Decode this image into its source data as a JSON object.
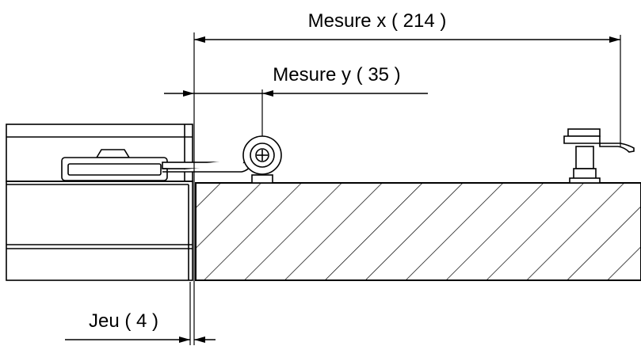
{
  "diagram": {
    "labels": {
      "measure_x": "Mesure x ( 214 )",
      "measure_y": "Mesure y ( 35 )",
      "gap": "Jeu ( 4 )"
    },
    "colors": {
      "line": "#000000",
      "background": "#ffffff"
    }
  }
}
